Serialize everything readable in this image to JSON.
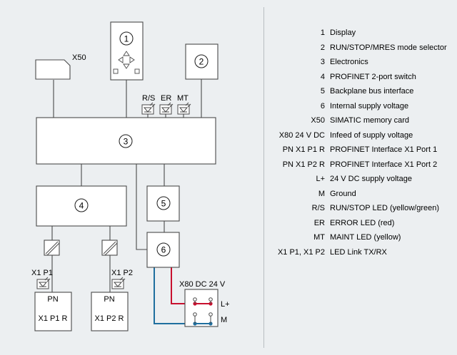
{
  "diagram": {
    "display_no": "1",
    "selector_no": "2",
    "electronics_no": "3",
    "switch_no": "4",
    "backplane_no": "5",
    "supply_no": "6",
    "memory_card": "X50",
    "led_rs": "R/S",
    "led_er": "ER",
    "led_mt": "MT",
    "port1_led": "X1 P1",
    "port2_led": "X1 P2",
    "port1_pn": "PN",
    "port1_name": "X1 P1 R",
    "port2_pn": "PN",
    "port2_name": "X1 P2 R",
    "power_title": "X80 DC 24 V",
    "lplus": "L+",
    "ground": "M",
    "colors": {
      "lplus_wire": "#c8102e",
      "ground_wire": "#1f6f9f",
      "line": "#4a4a4a"
    }
  },
  "legend": [
    {
      "key": "1",
      "circled": true,
      "desc": "Display"
    },
    {
      "key": "2",
      "circled": true,
      "desc": "RUN/STOP/MRES mode selector"
    },
    {
      "key": "3",
      "circled": true,
      "desc": "Electronics"
    },
    {
      "key": "4",
      "circled": true,
      "desc": "PROFINET 2-port switch"
    },
    {
      "key": "5",
      "circled": true,
      "desc": "Backplane bus interface"
    },
    {
      "key": "6",
      "circled": true,
      "desc": "Internal supply voltage"
    },
    {
      "key": "X50",
      "circled": false,
      "desc": "SIMATIC memory card"
    },
    {
      "key": "X80 24 V DC",
      "circled": false,
      "desc": "Infeed of supply voltage"
    },
    {
      "key": "PN X1 P1 R",
      "circled": false,
      "desc": "PROFINET Interface X1 Port 1"
    },
    {
      "key": "PN X1 P2 R",
      "circled": false,
      "desc": "PROFINET Interface X1 Port 2"
    },
    {
      "key": "L+",
      "circled": false,
      "desc": "24 V DC supply voltage"
    },
    {
      "key": "M",
      "circled": false,
      "desc": "Ground"
    },
    {
      "key": "R/S",
      "circled": false,
      "desc": "RUN/STOP LED (yellow/green)"
    },
    {
      "key": "ER",
      "circled": false,
      "desc": "ERROR LED (red)"
    },
    {
      "key": "MT",
      "circled": false,
      "desc": "MAINT LED (yellow)"
    },
    {
      "key": "X1 P1, X1 P2",
      "circled": false,
      "desc": "LED Link TX/RX"
    }
  ]
}
